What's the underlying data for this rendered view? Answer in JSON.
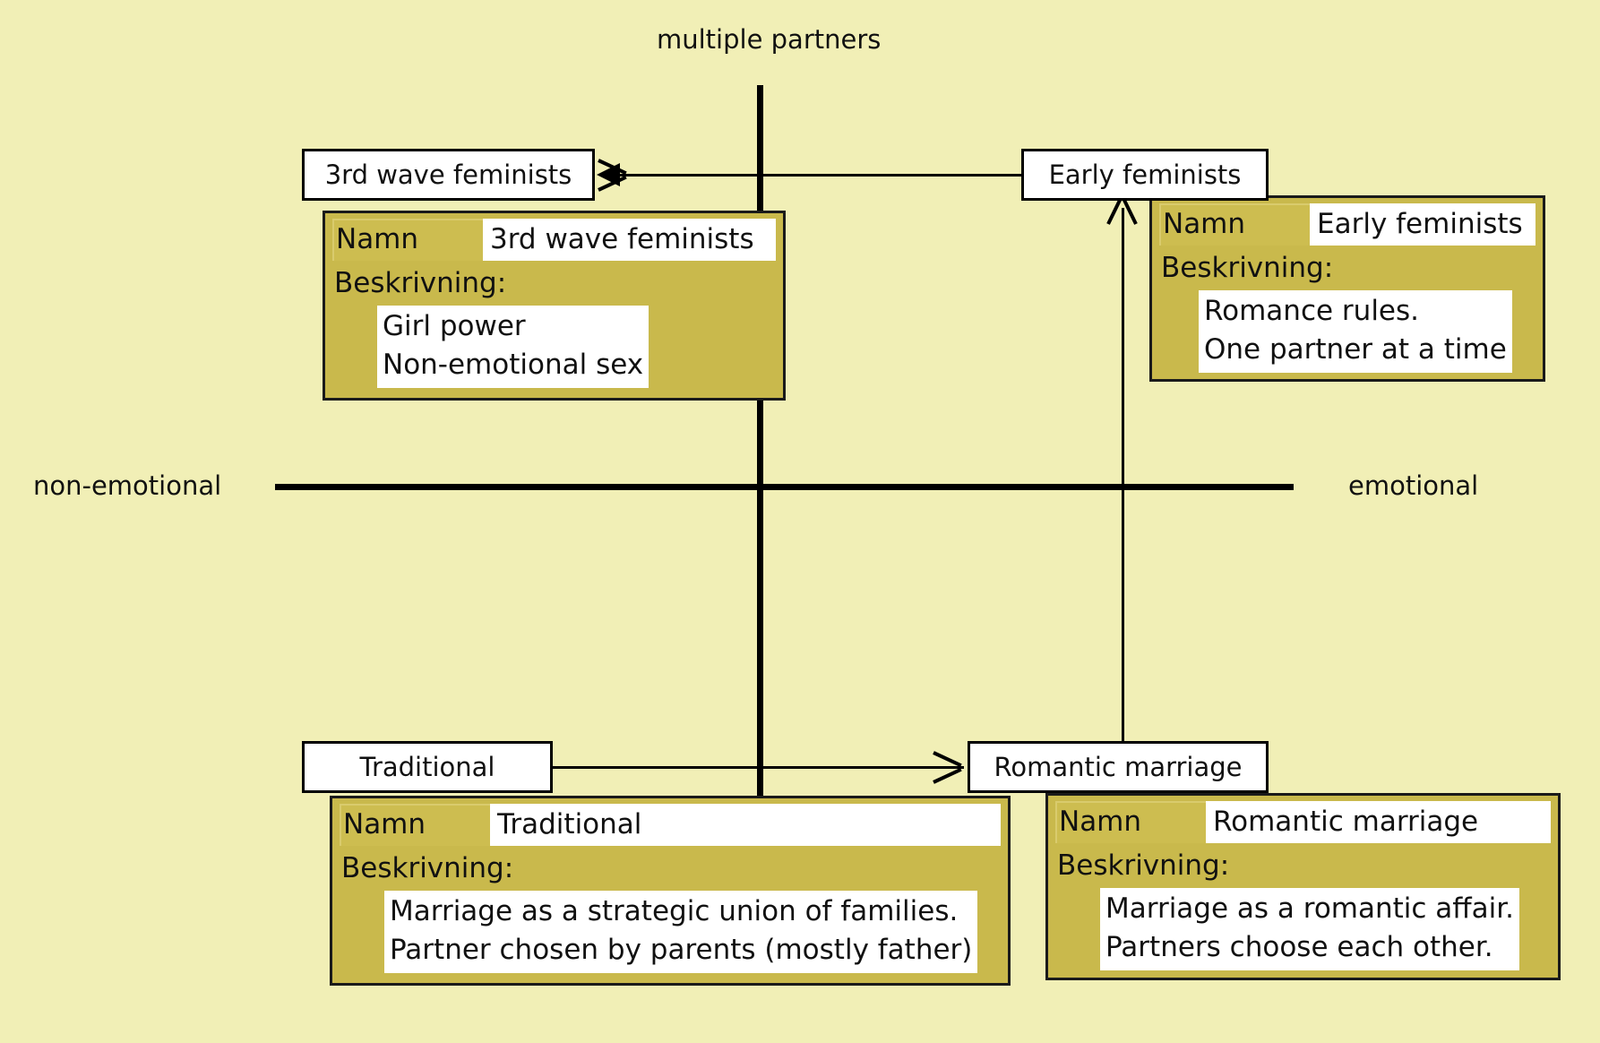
{
  "diagram": {
    "title_axes": {
      "top": "multiple partners",
      "left": "non-emotional",
      "right": "emotional"
    },
    "field_labels": {
      "name": "Namn",
      "description": "Beskrivning:"
    },
    "nodes": [
      {
        "id": "third-wave-feminists",
        "header": "3rd wave feminists",
        "namn": "3rd wave feminists",
        "description_lines": [
          "Girl power",
          "Non-emotional sex"
        ],
        "quadrant": "top-left"
      },
      {
        "id": "early-feminists",
        "header": "Early feminists",
        "namn": "Early feminists",
        "description_lines": [
          "Romance rules.",
          "One partner at a time"
        ],
        "quadrant": "top-right"
      },
      {
        "id": "traditional",
        "header": "Traditional",
        "namn": "Traditional",
        "description_lines": [
          "Marriage as a strategic union of families.",
          "Partner chosen by parents (mostly father)"
        ],
        "quadrant": "bottom-left"
      },
      {
        "id": "romantic-marriage",
        "header": "Romantic marriage",
        "namn": "Romantic marriage",
        "description_lines": [
          "Marriage as a romantic affair.",
          "Partners choose each other."
        ],
        "quadrant": "bottom-right"
      }
    ],
    "arrows": [
      {
        "from": "Early feminists",
        "to": "3rd wave feminists",
        "direction": "left"
      },
      {
        "from": "Romantic marriage",
        "to": "Early feminists",
        "direction": "up"
      },
      {
        "from": "Traditional",
        "to": "Romantic marriage",
        "direction": "right"
      }
    ],
    "colors": {
      "background": "#f1efb6",
      "panel": "#c9b94c",
      "panel_header": "#cdbd50",
      "node_fill": "#ffffff",
      "stroke": "#000000"
    }
  }
}
